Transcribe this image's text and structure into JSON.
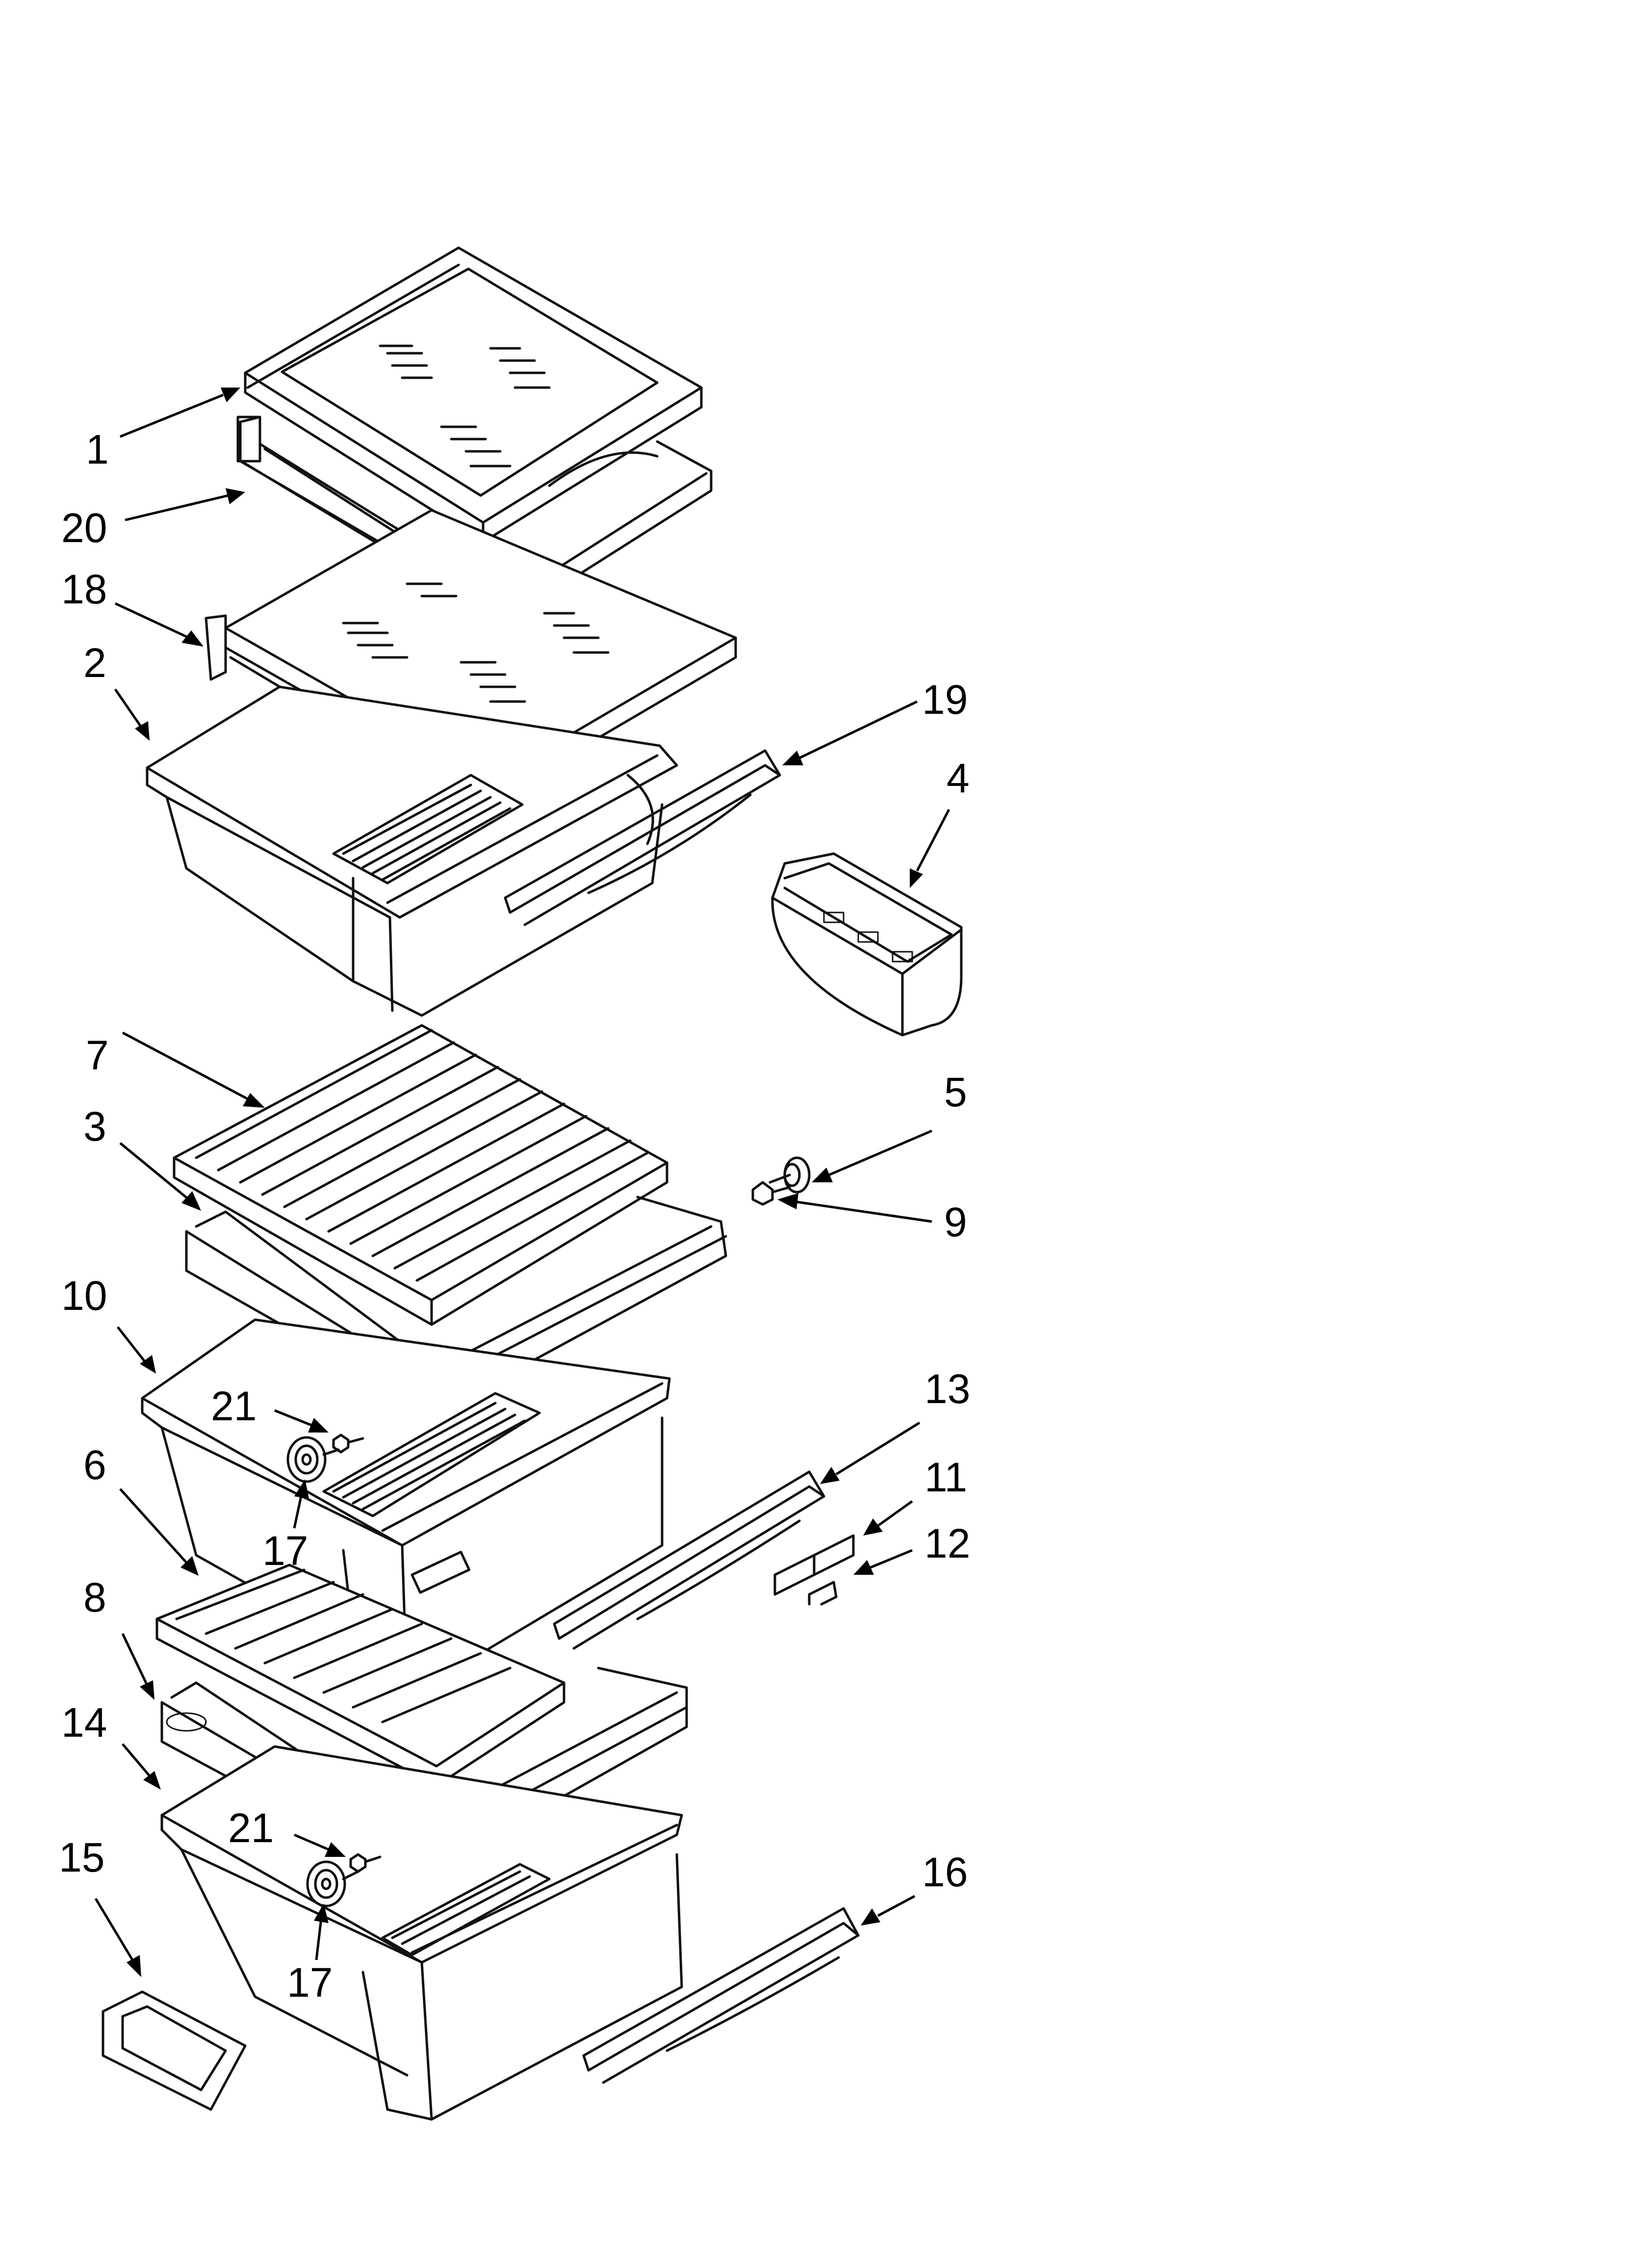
{
  "diagram": {
    "type": "exploded-parts-view",
    "line_color": "#111111",
    "background": "#ffffff",
    "callouts": [
      {
        "id": "c1",
        "label": "1"
      },
      {
        "id": "c20",
        "label": "20"
      },
      {
        "id": "c18",
        "label": "18"
      },
      {
        "id": "c2",
        "label": "2"
      },
      {
        "id": "c19",
        "label": "19"
      },
      {
        "id": "c4",
        "label": "4"
      },
      {
        "id": "c7",
        "label": "7"
      },
      {
        "id": "c3",
        "label": "3"
      },
      {
        "id": "c5",
        "label": "5"
      },
      {
        "id": "c9",
        "label": "9"
      },
      {
        "id": "c10",
        "label": "10"
      },
      {
        "id": "c21a",
        "label": "21"
      },
      {
        "id": "c13",
        "label": "13"
      },
      {
        "id": "c11",
        "label": "11"
      },
      {
        "id": "c12",
        "label": "12"
      },
      {
        "id": "c17a",
        "label": "17"
      },
      {
        "id": "c6",
        "label": "6"
      },
      {
        "id": "c8",
        "label": "8"
      },
      {
        "id": "c14",
        "label": "14"
      },
      {
        "id": "c21b",
        "label": "21"
      },
      {
        "id": "c15",
        "label": "15"
      },
      {
        "id": "c16",
        "label": "16"
      },
      {
        "id": "c17b",
        "label": "17"
      }
    ]
  }
}
